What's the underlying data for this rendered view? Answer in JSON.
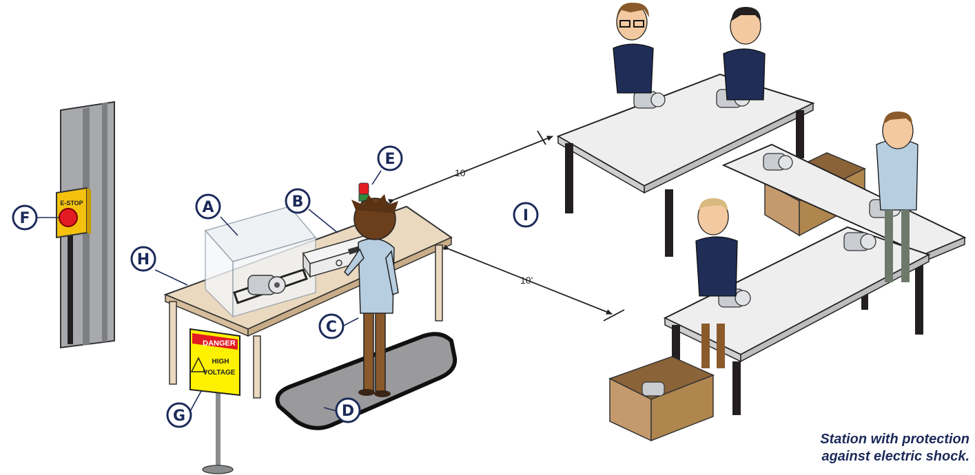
{
  "callouts": {
    "A": "A",
    "B": "B",
    "C": "C",
    "D": "D",
    "E": "E",
    "F": "F",
    "G": "G",
    "H": "H",
    "I": "I"
  },
  "estop_label": "E-STOP",
  "danger_sign": {
    "header": "DANGER",
    "line1": "HIGH",
    "line2": "VOLTAGE"
  },
  "distances": {
    "upper": "10'",
    "lower": "10'"
  },
  "caption": {
    "line1": "Station with protection",
    "line2": "against electric shock."
  },
  "colors": {
    "callout": "#1c2a5a",
    "table_top_test": "#ead8bf",
    "table_top_work": "#eeeeef",
    "mat": "#9a9a9c",
    "box": "#c49a6c",
    "sign_yellow": "#fff200",
    "sign_red": "#e31b23",
    "shirt_navy": "#1f2d57",
    "shirt_light": "#b7cde0"
  }
}
